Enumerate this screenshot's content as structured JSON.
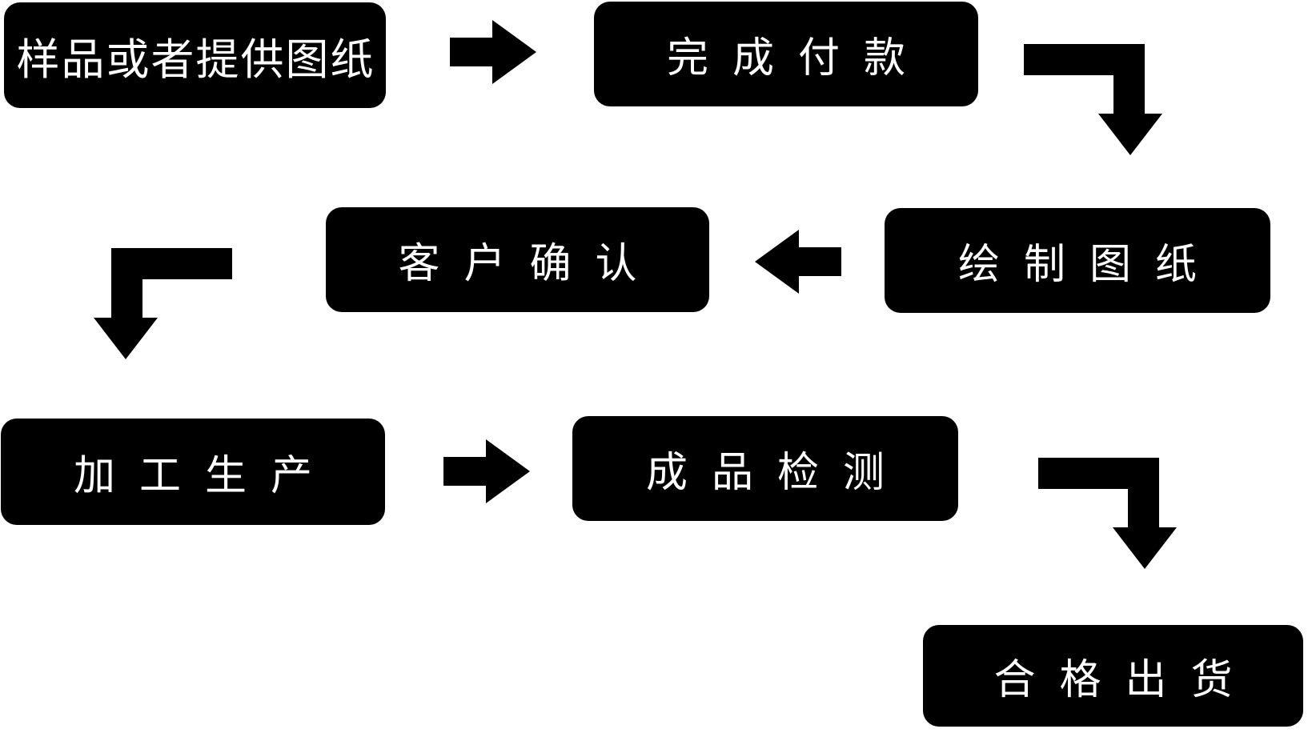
{
  "flowchart": {
    "background_color": "#ffffff",
    "node_fill_color": "#000000",
    "node_text_color": "#ffffff",
    "arrow_color": "#000000",
    "nodes": [
      {
        "id": "sample",
        "label": "样品或者提供图纸"
      },
      {
        "id": "payment",
        "label": "完成付款"
      },
      {
        "id": "confirm",
        "label": "客户确认"
      },
      {
        "id": "draw",
        "label": "绘制图纸"
      },
      {
        "id": "produce",
        "label": "加工生产"
      },
      {
        "id": "inspect",
        "label": "成品检测"
      },
      {
        "id": "ship",
        "label": "合格出货"
      }
    ],
    "edges": [
      {
        "from": "sample",
        "to": "payment",
        "arrow": "right"
      },
      {
        "from": "payment",
        "to": "draw",
        "arrow": "elbow-right-down"
      },
      {
        "from": "draw",
        "to": "confirm",
        "arrow": "left"
      },
      {
        "from": "confirm",
        "to": "produce",
        "arrow": "elbow-left-down"
      },
      {
        "from": "produce",
        "to": "inspect",
        "arrow": "right"
      },
      {
        "from": "inspect",
        "to": "ship",
        "arrow": "elbow-right-down"
      }
    ]
  }
}
